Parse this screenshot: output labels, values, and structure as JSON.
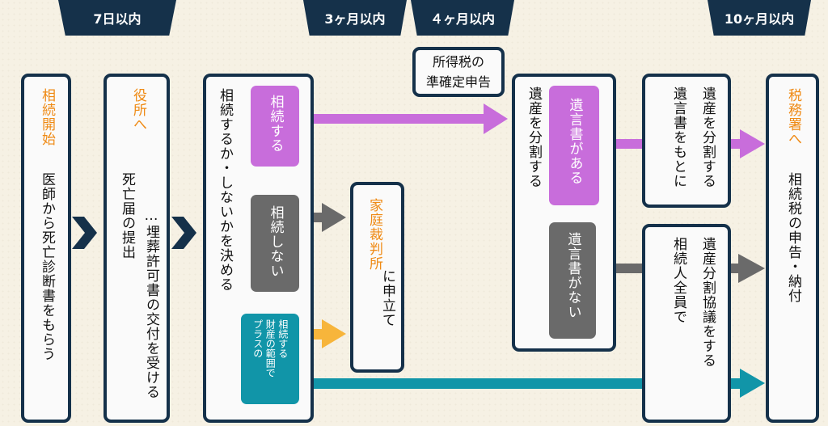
{
  "deadlines": {
    "d7days": "7日以内",
    "m3": "3ヶ月以内",
    "m4": "４ヶ月以内",
    "m10": "10ヶ月以内"
  },
  "box1": {
    "title": "相続開始",
    "body": "医師から死亡診断書をもらう"
  },
  "box2": {
    "title": "役所へ",
    "body1": "死亡届の提出",
    "body2": "…埋葬許可書の交付を受ける"
  },
  "box3": {
    "body": "相続するか・しないかを決める"
  },
  "options": {
    "inherit": "相続する",
    "renounce": "相続しない",
    "limited_col1": "相続する",
    "limited_col2": "財産の範囲で",
    "limited_col3": "プラスの"
  },
  "court": {
    "title": "家庭裁判所",
    "body": "に申立て"
  },
  "income_tax": {
    "line1": "所得税の",
    "line2": "準確定申告"
  },
  "box_estate": {
    "body": "遺産を分割する"
  },
  "will": {
    "exists": "遺言書がある",
    "absent": "遺言書がない"
  },
  "box_will": {
    "line1": "遺産を分割する",
    "line2": "遺言書をもとに"
  },
  "box_agree": {
    "line1": "遺産分割協議をする",
    "line2": "相続人全員で"
  },
  "tax_office": {
    "title": "税務署へ",
    "body": "相続税の申告・納付"
  },
  "colors": {
    "navy": "#15314a",
    "orange": "#ef8a14",
    "purple": "#c86ddb",
    "gray": "#6a6a6a",
    "yellow": "#f7b53b",
    "teal": "#1195a8"
  }
}
